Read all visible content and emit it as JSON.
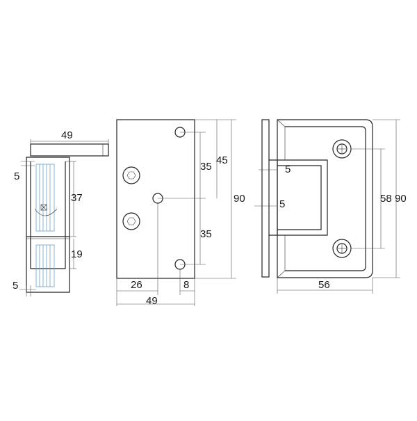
{
  "diagram": {
    "side_view": {
      "dim_width": "49",
      "dim_plate_gap": "5",
      "dim_clamp_height": "37",
      "dim_lower_height": "19",
      "dim_bottom_gap": "5"
    },
    "front_view": {
      "dim_hole_spacing_upper": "35",
      "dim_hole_spacing_lower": "35",
      "dim_upper_offset": "45",
      "dim_height": "90",
      "dim_hole_offset": "26",
      "dim_edge_offset": "8",
      "dim_width": "49"
    },
    "hinge_view": {
      "dim_recess_upper": "5",
      "dim_recess_lower": "5",
      "dim_hole_spacing": "58",
      "dim_height": "90",
      "dim_width": "56"
    },
    "colors": {
      "outline": "#222222",
      "glass": "#6a9fc6",
      "dimension": "#555555"
    }
  }
}
